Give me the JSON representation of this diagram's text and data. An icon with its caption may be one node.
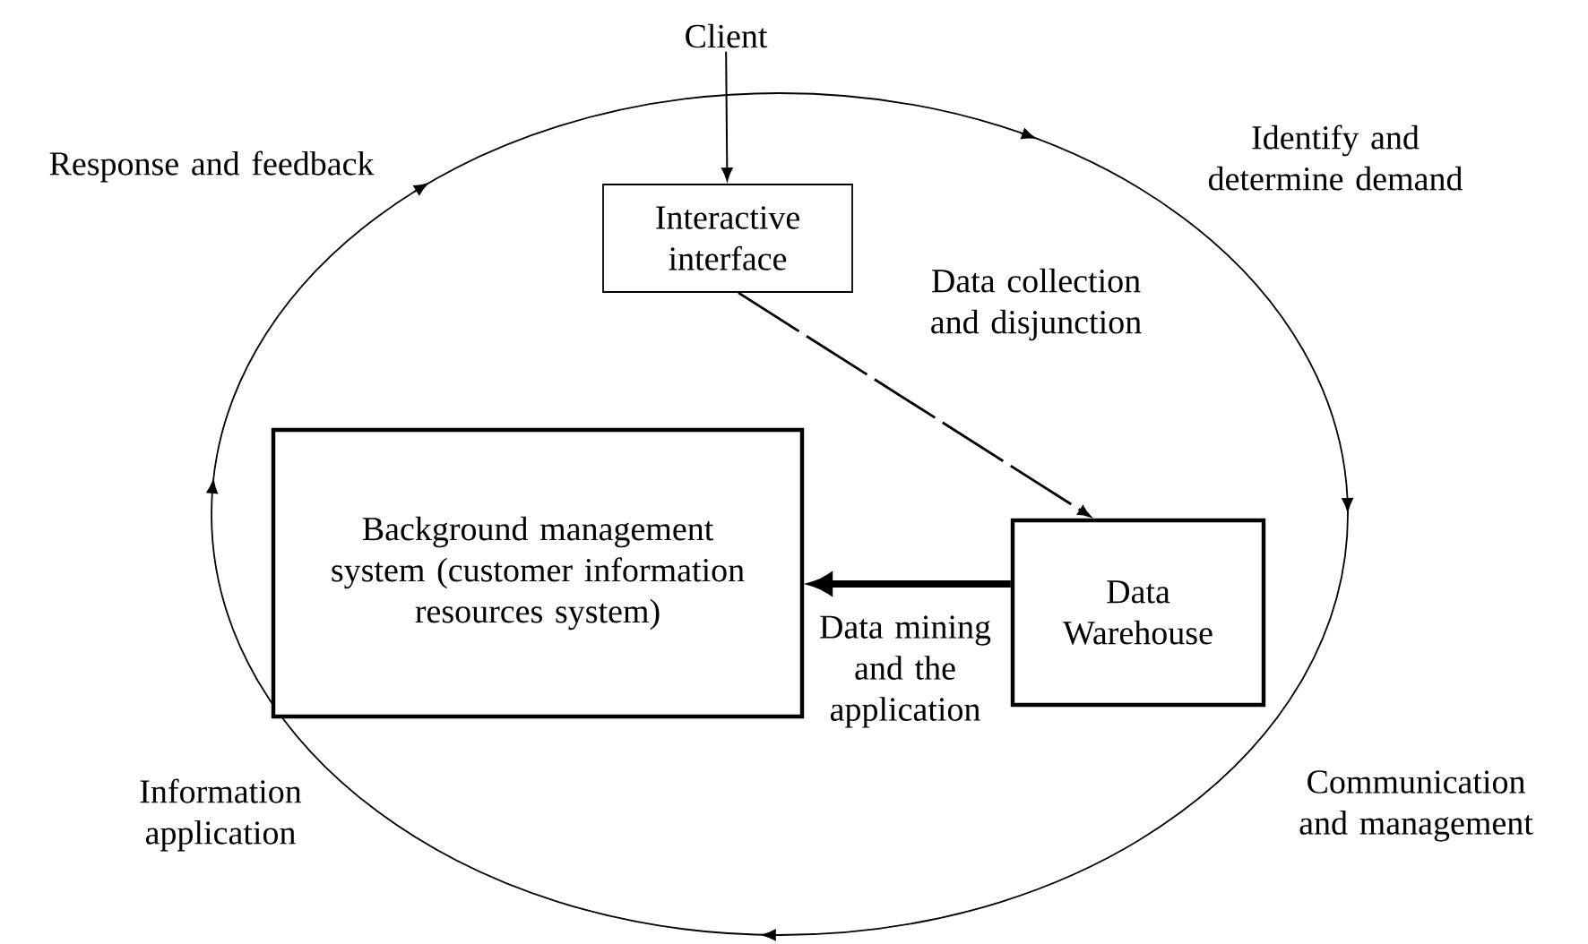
{
  "diagram": {
    "nodes": [
      {
        "text": [
          "Client"
        ]
      },
      {
        "text": [
          "Interactive interface"
        ]
      },
      {
        "text": [
          "Background management system (customer information resources system)"
        ]
      },
      {
        "text": [
          "Data Warehouse"
        ]
      }
    ],
    "edges": [
      {
        "from": 0,
        "to": 1,
        "arrow": "to"
      },
      {
        "from": 1,
        "to": 3,
        "arrow": "to",
        "style": "dashed",
        "label": "Data collection and disjunction"
      },
      {
        "from": 3,
        "to": 2,
        "arrow": "to",
        "style": "thick",
        "label": "Data mining and the application"
      }
    ],
    "labels": [
      "Response and feedback",
      "Identify and determine demand",
      "Communication and management",
      "Information application"
    ]
  }
}
